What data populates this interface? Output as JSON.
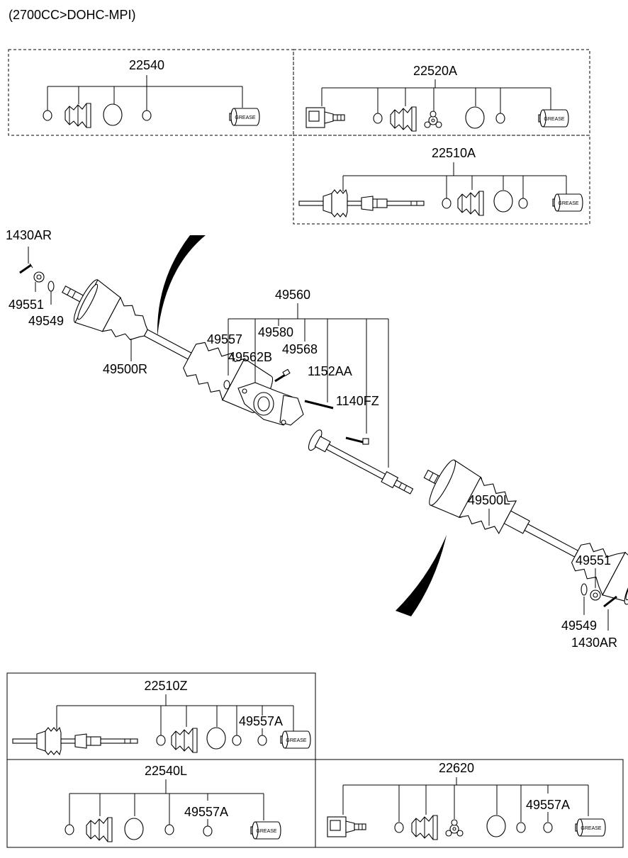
{
  "header": {
    "engine_spec": "(2700CC>DOHC-MPI)"
  },
  "kits": {
    "k22540": {
      "label": "22540"
    },
    "k22520A": {
      "label": "22520A"
    },
    "k22510A": {
      "label": "22510A"
    },
    "k22510Z": {
      "label": "22510Z",
      "sub_label": "49557A"
    },
    "k22540L": {
      "label": "22540L",
      "sub_label": "49557A"
    },
    "k22620": {
      "label": "22620",
      "sub_label": "49557A"
    }
  },
  "grease_text": "GREASE",
  "main": {
    "left_pin": "1430AR",
    "left_nut": "49551",
    "left_washer": "49549",
    "right_shaft": "49500R",
    "bearing_assy": "49560",
    "p49557": "49557",
    "p49580": "49580",
    "p49562B": "49562B",
    "p49568": "49568",
    "p1152AA": "1152AA",
    "p1140FZ": "1140FZ",
    "left_shaft": "49500L",
    "right_nut": "49551",
    "right_washer": "49549",
    "right_pin": "1430AR"
  }
}
